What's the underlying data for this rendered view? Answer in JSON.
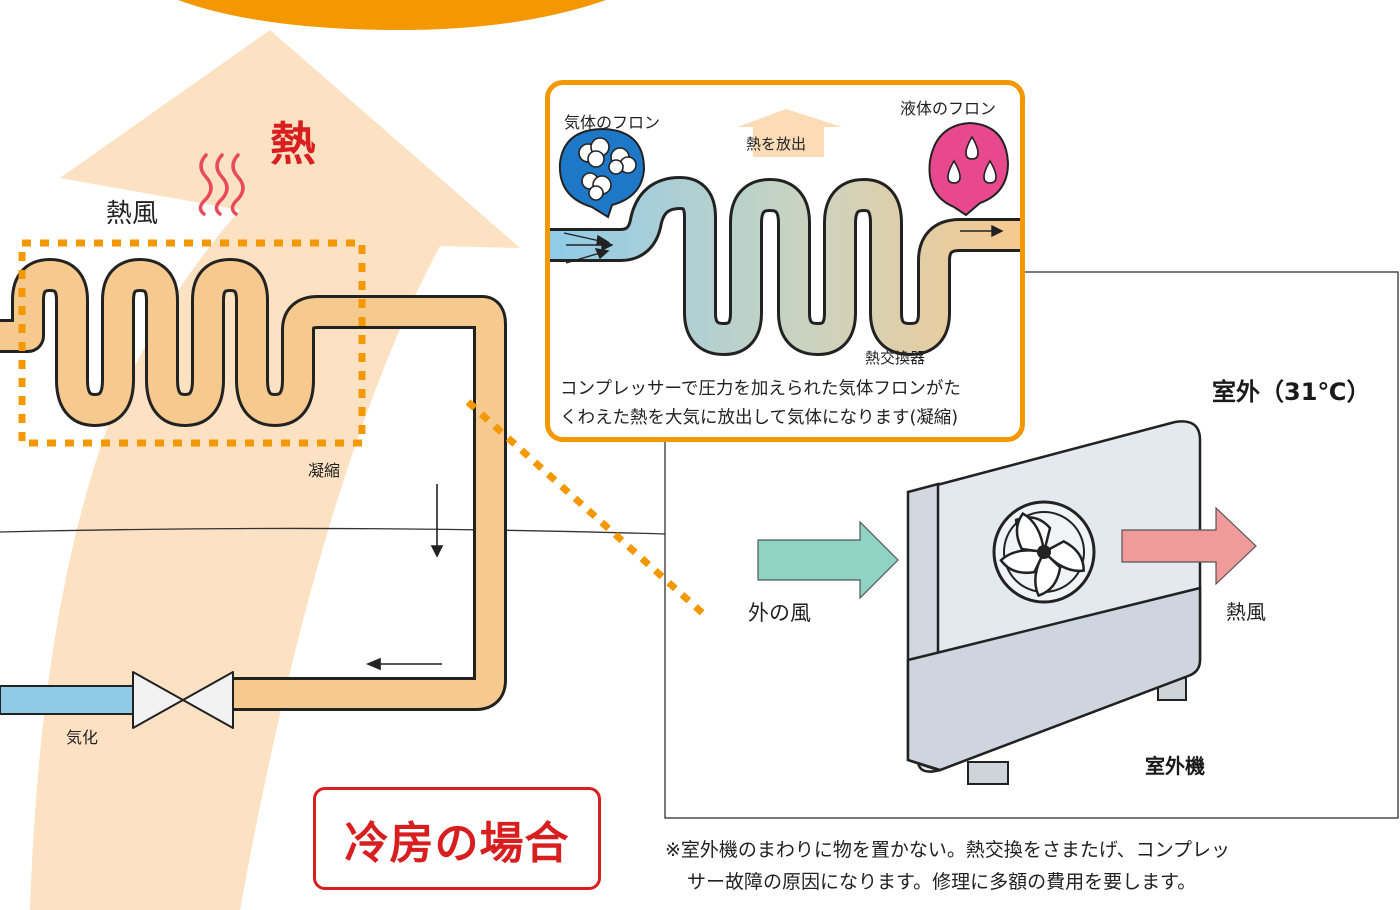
{
  "labels": {
    "heat": "熱",
    "hot_wind_left": "熱風",
    "condensation": "凝縮",
    "vaporization": "気化",
    "outdoor_temp": "室外（31℃）",
    "outside_wind": "外の風",
    "hot_wind_right": "熱風",
    "outdoor_unit": "室外機",
    "cooling_case": "冷房の場合"
  },
  "inset": {
    "gas_freon": "気体のフロン",
    "liquid_freon": "液体のフロン",
    "heat_release": "熱を放出",
    "heat_exchanger": "熱交換器",
    "caption_line1": "コンプレッサーで圧力を加えられた気体フロンがた",
    "caption_line2": "くわえた熱を大気に放出して気体になります(凝縮)"
  },
  "note": {
    "line1": "※室外機のまわりに物を置かない。熱交換をさまたげ、コンプレッ",
    "line2": "サー故障の原因になります。修理に多額の費用を要します。"
  },
  "colors": {
    "accent_orange": "#f39800",
    "heat_red": "#d81e1e",
    "pipe_tan": "#f6c98e",
    "liquid_blue": "#8fcbe8",
    "inflow_teal": "#8ed3c4",
    "outflow_pink": "#f19a9a",
    "gas_blue_bubble": "#1e78c8",
    "liquid_pink_bubble": "#e8498e"
  }
}
